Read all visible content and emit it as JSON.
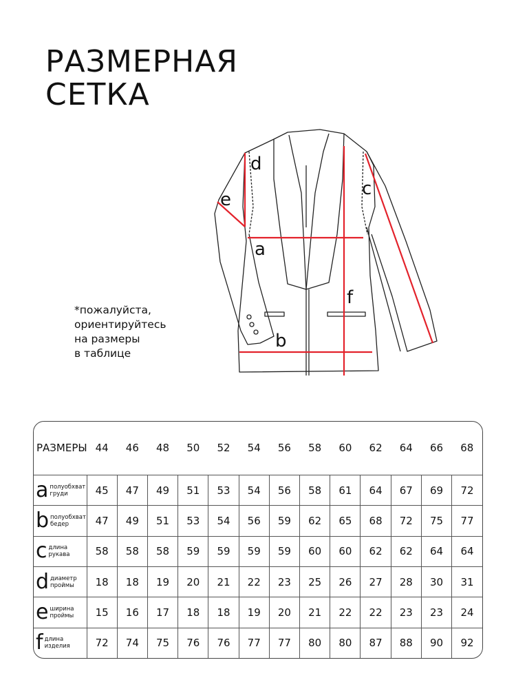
{
  "title": {
    "line1": "РАЗМЕРНАЯ",
    "line2": "СЕТКА"
  },
  "note": {
    "line1": "*пожалуйста,",
    "line2": "ориентируйтесь",
    "line3": "на размеры",
    "line4": "в таблице"
  },
  "diagram": {
    "labels": {
      "a": "a",
      "b": "b",
      "c": "c",
      "d": "d",
      "e": "e",
      "f": "f"
    },
    "measure_color": "#e3222b",
    "outline_color": "#222222"
  },
  "table": {
    "header_label": "РАЗМЕРЫ",
    "sizes": [
      "44",
      "46",
      "48",
      "50",
      "52",
      "54",
      "56",
      "58",
      "60",
      "62",
      "64",
      "66",
      "68"
    ],
    "rows": [
      {
        "letter": "a",
        "desc1": "полуобхват",
        "desc2": "груди",
        "values": [
          "45",
          "47",
          "49",
          "51",
          "53",
          "54",
          "56",
          "58",
          "61",
          "64",
          "67",
          "69",
          "72"
        ]
      },
      {
        "letter": "b",
        "desc1": "полуобхват",
        "desc2": "бедер",
        "values": [
          "47",
          "49",
          "51",
          "53",
          "54",
          "56",
          "59",
          "62",
          "65",
          "68",
          "72",
          "75",
          "77"
        ]
      },
      {
        "letter": "c",
        "desc1": "длина",
        "desc2": "рукава",
        "values": [
          "58",
          "58",
          "58",
          "59",
          "59",
          "59",
          "59",
          "60",
          "60",
          "62",
          "62",
          "64",
          "64"
        ]
      },
      {
        "letter": "d",
        "desc1": "диаметр",
        "desc2": "проймы",
        "values": [
          "18",
          "18",
          "19",
          "20",
          "21",
          "22",
          "23",
          "25",
          "26",
          "27",
          "28",
          "30",
          "31"
        ]
      },
      {
        "letter": "e",
        "desc1": "ширина",
        "desc2": "проймы",
        "values": [
          "15",
          "16",
          "17",
          "18",
          "18",
          "19",
          "20",
          "21",
          "22",
          "22",
          "23",
          "23",
          "24"
        ]
      },
      {
        "letter": "f",
        "desc1": "длина",
        "desc2": "изделия",
        "values": [
          "72",
          "74",
          "75",
          "76",
          "76",
          "77",
          "77",
          "80",
          "80",
          "87",
          "88",
          "90",
          "92"
        ]
      }
    ]
  }
}
